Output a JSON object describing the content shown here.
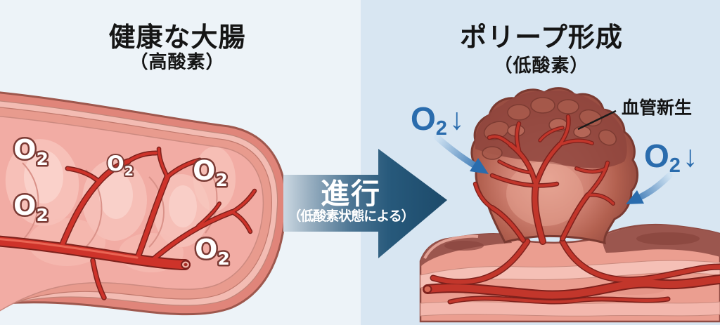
{
  "colors": {
    "background_left": "#edf3f8",
    "background_right": "#d8e6f2",
    "accent_blue": "#2a6cad",
    "arrow_navy": "#1c4a6a",
    "tissue_pink": "#f2aca4",
    "vessel_red": "#ce332a"
  },
  "left_panel": {
    "title": "健康な大腸",
    "subtitle": "（高酸素）",
    "oxygen": {
      "symbol": "O",
      "subscript": "2"
    }
  },
  "arrow": {
    "label": "進行",
    "sublabel": "（低酸素状態による）"
  },
  "right_panel": {
    "title": "ポリープ形成",
    "subtitle": "（低酸素）",
    "annotation": "血管新生",
    "oxygen": {
      "symbol": "O",
      "subscript": "2",
      "arrow": "↓"
    }
  }
}
